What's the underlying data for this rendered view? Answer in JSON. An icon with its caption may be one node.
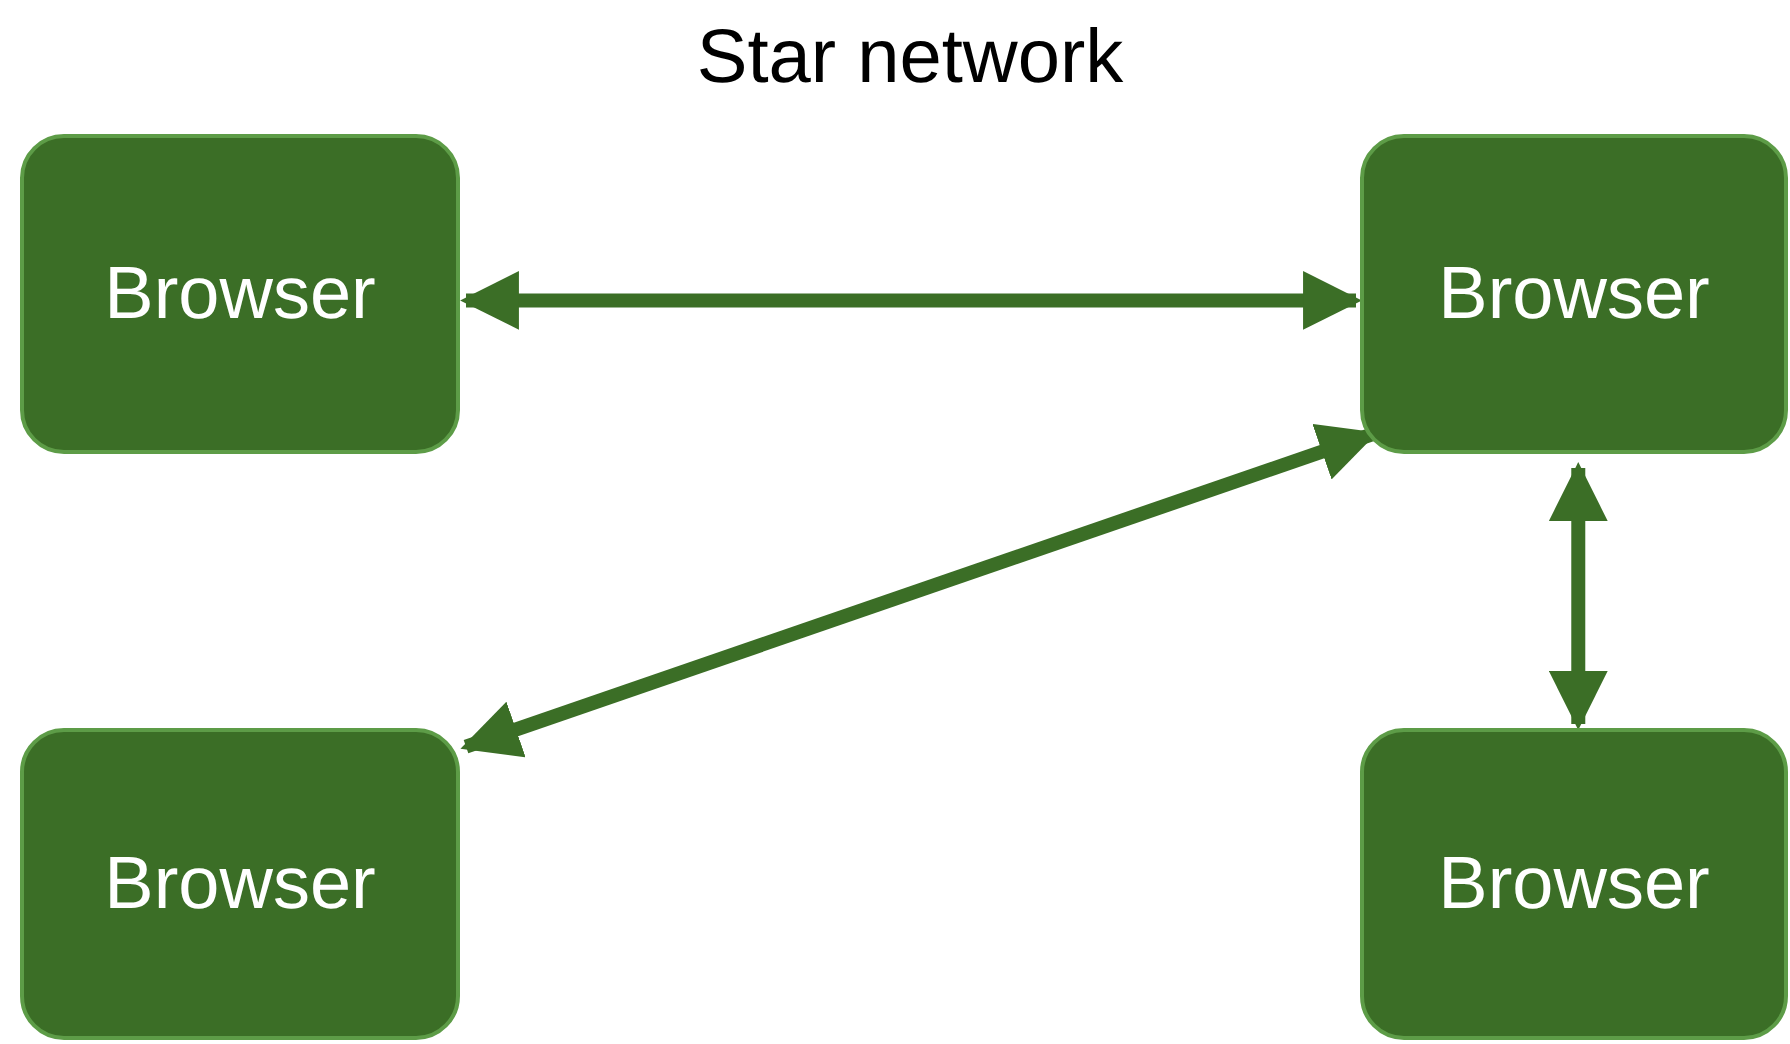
{
  "diagram": {
    "title": "Star network",
    "nodes": [
      {
        "text": [
          "Browser"
        ]
      },
      {
        "text": [
          "Browser"
        ]
      },
      {
        "text": [
          "Browser"
        ]
      },
      {
        "text": [
          "Browser"
        ]
      }
    ],
    "edges": [
      {
        "from": 0,
        "to": 1,
        "arrow": "both"
      },
      {
        "from": 1,
        "to": 2,
        "arrow": "both"
      },
      {
        "from": 1,
        "to": 3,
        "arrow": "both"
      }
    ]
  }
}
